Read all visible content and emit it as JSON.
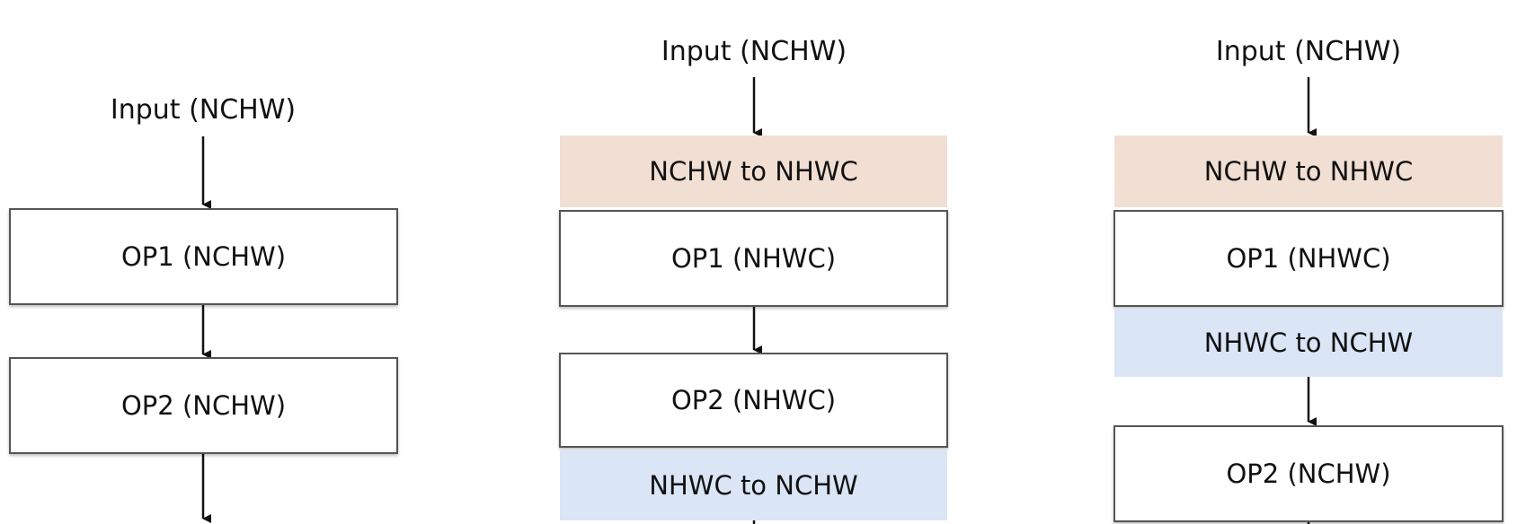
{
  "colors": {
    "nchw_to_nhwc_fill": "#f2dfd3",
    "nhwc_to_nchw_fill": "#dae5f6",
    "op_border": "#555555",
    "arrow": "#111111"
  },
  "columns": [
    {
      "input": "Input (NCHW)",
      "op1": "OP1 (NCHW)",
      "op2": "OP2 (NCHW)"
    },
    {
      "input": "Input (NCHW)",
      "to_nhwc": "NCHW to NHWC",
      "op1": "OP1 (NHWC)",
      "op2": "OP2 (NHWC)",
      "to_nchw": "NHWC to NCHW"
    },
    {
      "input": "Input (NCHW)",
      "to_nhwc": "NCHW to NHWC",
      "op1": "OP1 (NHWC)",
      "to_nchw": "NHWC to NCHW",
      "op2": "OP2 (NCHW)"
    }
  ]
}
